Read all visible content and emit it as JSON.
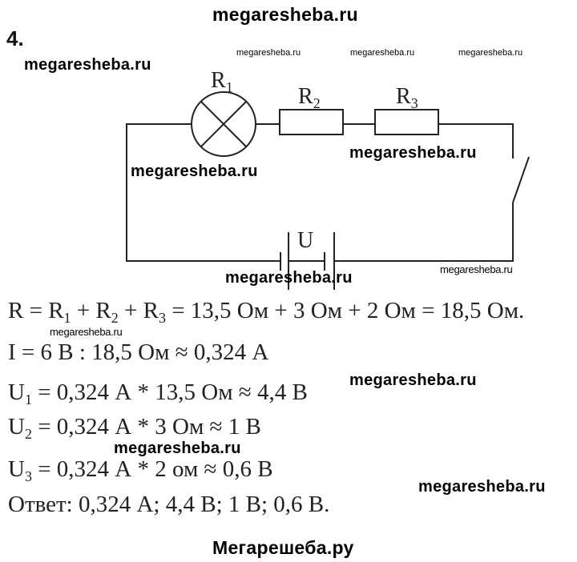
{
  "header": {
    "site": "megaresheba.ru",
    "task_number": "4."
  },
  "watermarks": [
    "megaresheba.ru",
    "megaresheba.ru",
    "megaresheba.ru",
    "megaresheba.ru",
    "megaresheba.ru",
    "megaresheba.ru",
    "megaresheba.ru",
    "megaresheba.ru",
    "megaresheba.ru",
    "megaresheba.ru",
    "megaresheba.ru",
    "megaresheba.ru"
  ],
  "circuit": {
    "r1": "R",
    "r1_sub": "1",
    "r2": "R",
    "r2_sub": "2",
    "r3": "R",
    "r3_sub": "3",
    "source": "U"
  },
  "solution": {
    "line1": {
      "a": "R = R",
      "s1": "1",
      "b": " + R",
      "s2": "2",
      "c": " + R",
      "s3": "3",
      "d": " = 13,5 Ом + 3 Ом + 2 Ом = 18,5 Ом."
    },
    "line2": "I = 6 В : 18,5 Ом ≈ 0,324 А",
    "line3": {
      "a": "U",
      "s": "1",
      "b": " = 0,324 А * 13,5 Ом ≈ 4,4 В"
    },
    "line4": {
      "a": "U",
      "s": "2",
      "b": " = 0,324 А * 3 Ом ≈ 1 В"
    },
    "line5": {
      "a": "U",
      "s": "3",
      "b": " = 0,324 А * 2 ом ≈ 0,6 В"
    },
    "answer": "Ответ: 0,324 А; 4,4 В; 1 В; 0,6 В."
  },
  "footer": {
    "site": "Мегарешеба.ру"
  }
}
